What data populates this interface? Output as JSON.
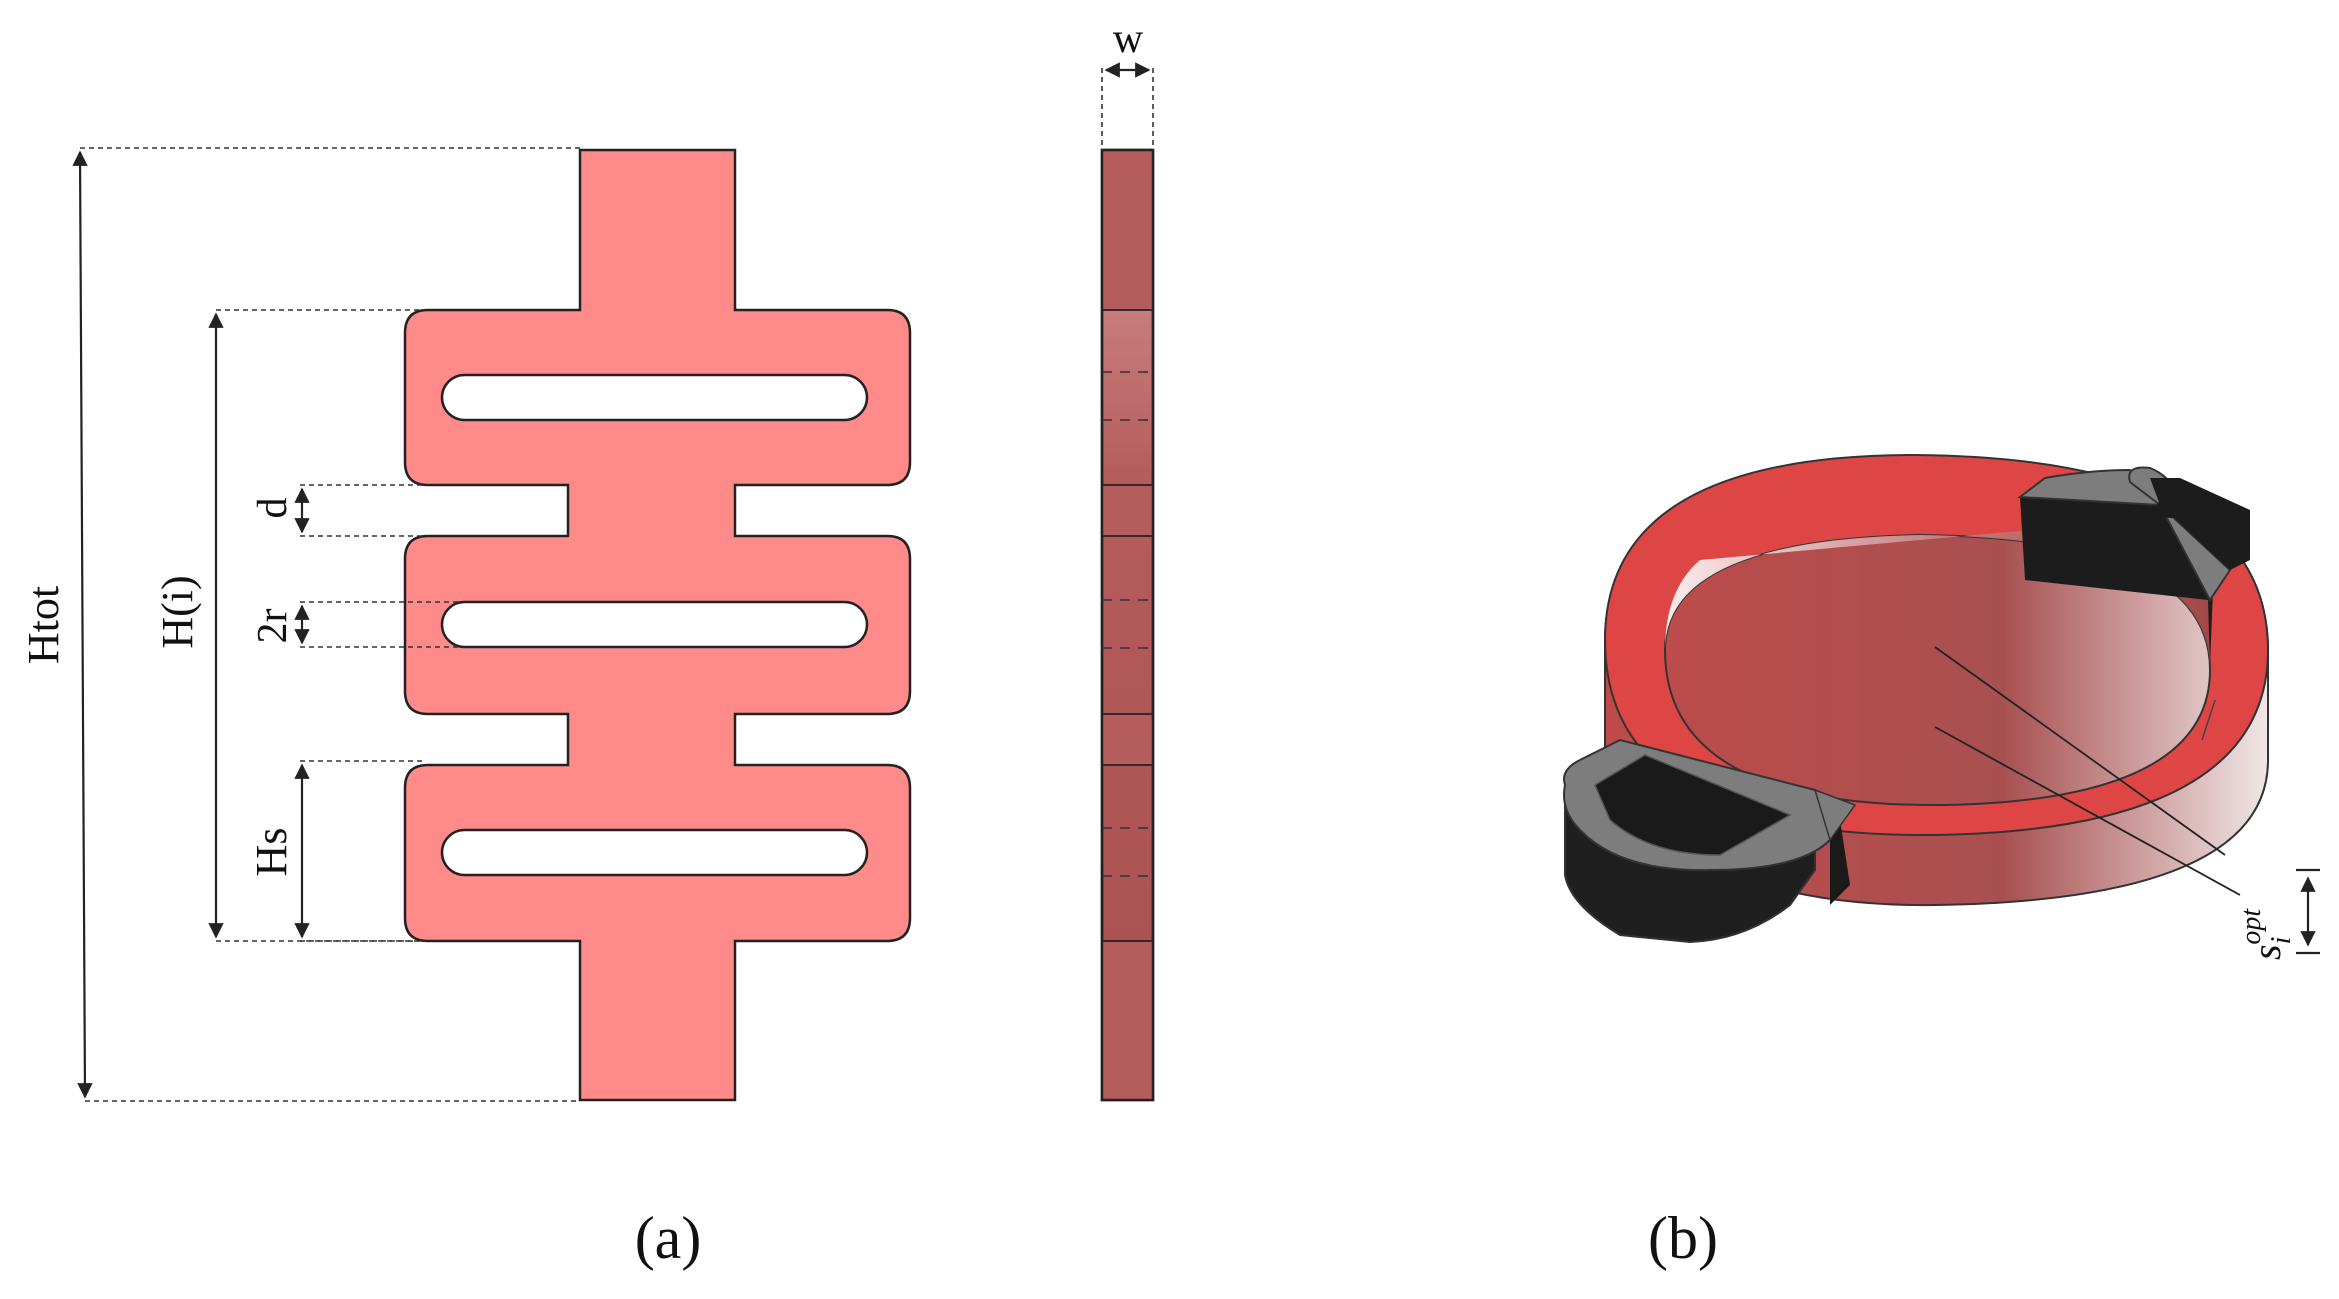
{
  "panels": {
    "a": {
      "caption": "(a)"
    },
    "b": {
      "caption": "(b)"
    }
  },
  "labels": {
    "htot": "Htot",
    "hi": "H(i)",
    "d": "d",
    "two_r": "2r",
    "hs": "Hs",
    "w": "w",
    "s_base": "s",
    "s_sub": "i",
    "s_sup": "opt"
  },
  "colors": {
    "spring_fill": "#ff8a8a",
    "outline": "#222222",
    "side_fill": "#b55c5c",
    "ring_top": "#de4646",
    "ring_side": "#b95454",
    "mount_gray": "#7d7d7d",
    "mount_dark": "#202020"
  }
}
